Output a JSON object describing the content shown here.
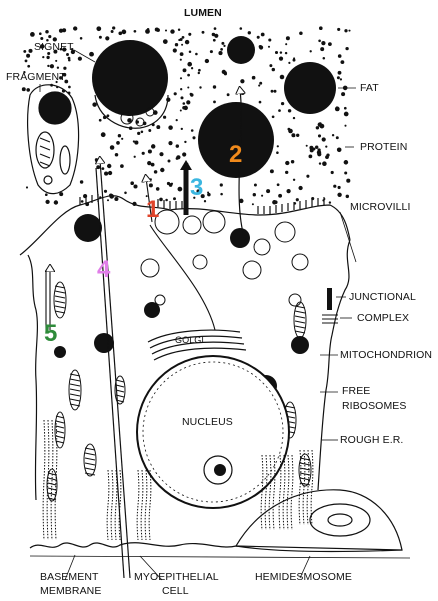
{
  "labels": {
    "lumen": "LUMEN",
    "signet": "SIGNET",
    "fragment": "FRAGMENT",
    "fat": "FAT",
    "protein": "PROTEIN",
    "microvilli": "MICROVILLI",
    "junctional": "JUNCTIONAL",
    "complex": "COMPLEX",
    "mitochondrion": "MITOCHONDRION",
    "free": "FREE",
    "ribosomes": "RIBOSOMES",
    "rough_er": "ROUGH E.R.",
    "golgi": "GOLGI",
    "nucleus": "NUCLEUS",
    "basement": "BASEMENT",
    "membrane": "MEMBRANE",
    "myoepithelial": "MYOEPITHELIAL",
    "cell": "CELL",
    "hemidesmosome": "HEMIDESMOSOME"
  },
  "pathways": [
    {
      "number": "1",
      "color": "#e0442b"
    },
    {
      "number": "2",
      "color": "#f08a1c"
    },
    {
      "number": "3",
      "color": "#3bb6e0"
    },
    {
      "number": "4",
      "color": "#e07ee8"
    },
    {
      "number": "5",
      "color": "#2e8b3a"
    }
  ]
}
